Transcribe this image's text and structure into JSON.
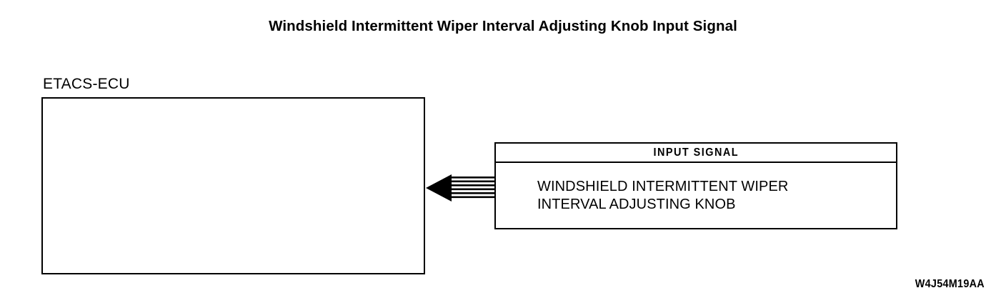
{
  "title": "Windshield Intermittent Wiper Interval Adjusting Knob Input Signal",
  "ecu": {
    "label": "ETACS-ECU"
  },
  "connector": {
    "direction": "left",
    "style": "striped-band-arrow",
    "stripe_count": 6,
    "color": "#000000"
  },
  "signal_box": {
    "header": "INPUT  SIGNAL",
    "lines": [
      "WINDSHIELD INTERMITTENT WIPER",
      "INTERVAL ADJUSTING KNOB"
    ]
  },
  "part_number": "W4J54M19AA",
  "colors": {
    "background": "#ffffff",
    "ink": "#000000"
  }
}
